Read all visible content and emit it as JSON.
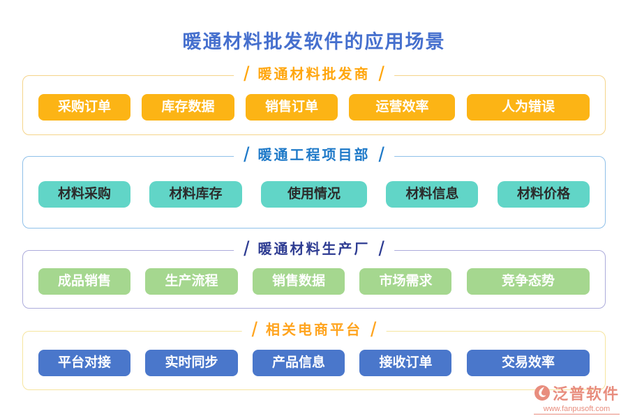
{
  "title": "暖通材料批发软件的应用场景",
  "title_color": "#4670CE",
  "decor": {
    "slash": "/"
  },
  "sections": [
    {
      "name": "暖通材料批发商",
      "header_color": "#FFA60E",
      "border_color": "#F5D48A",
      "button_bg": "#FCB415",
      "button_text_color": "#FFFFFF",
      "items": [
        "采购订单",
        "库存数据",
        "销售订单",
        "运营效率",
        "人为错误"
      ]
    },
    {
      "name": "暖通工程项目部",
      "header_color": "#1E79C8",
      "border_color": "#8FC0E9",
      "button_bg": "#61D5C7",
      "button_text_color": "#2B2B2B",
      "items": [
        "材料采购",
        "材料库存",
        "使用情况",
        "材料信息",
        "材料价格"
      ]
    },
    {
      "name": "暖通材料生产厂",
      "header_color": "#2E3C92",
      "border_color": "#ACABDB",
      "button_bg": "#A5D78F",
      "button_text_color": "#FFFFFF",
      "items": [
        "成品销售",
        "生产流程",
        "销售数据",
        "市场需求",
        "竞争态势"
      ]
    },
    {
      "name": "相关电商平台",
      "header_color": "#FFA41E",
      "border_color": "#F6E59E",
      "button_bg": "#4A77CB",
      "button_text_color": "#FFFFFF",
      "items": [
        "平台对接",
        "实时同步",
        "产品信息",
        "接收订单",
        "交易效率"
      ]
    }
  ],
  "logo": {
    "name": "泛普软件",
    "url": "www.fanpusoft.com",
    "color": "#E88D7E"
  }
}
